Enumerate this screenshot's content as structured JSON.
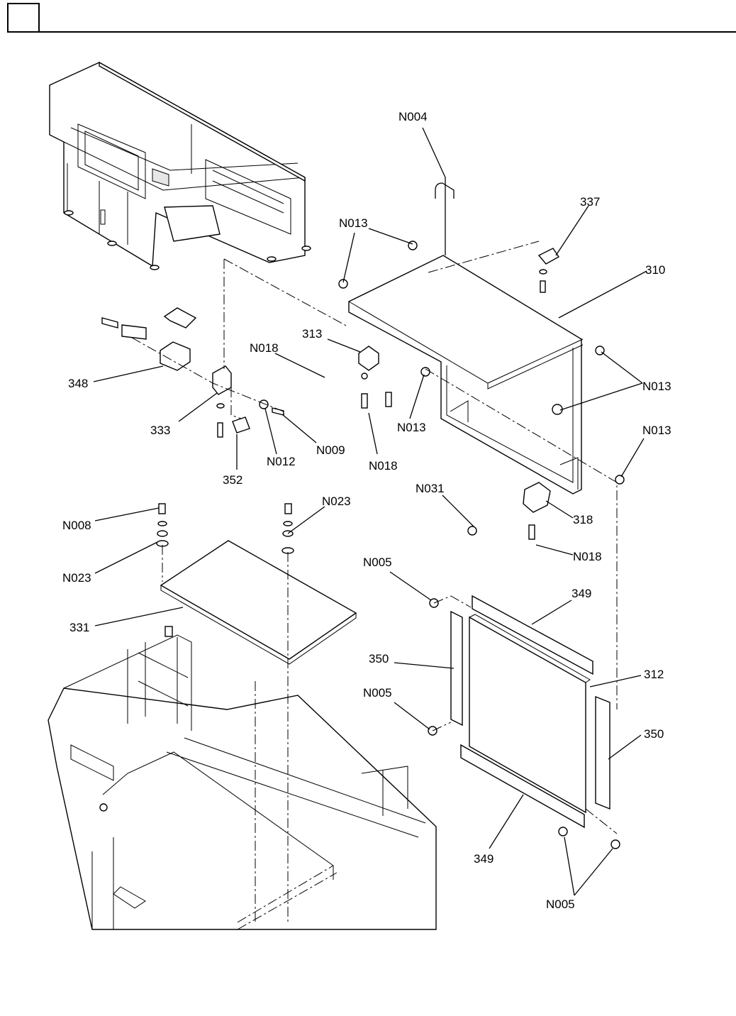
{
  "header": {
    "box_text": ""
  },
  "callouts": {
    "n004": "N004",
    "n013_top": "N013",
    "p337": "337",
    "p310": "310",
    "p313": "313",
    "n018_left": "N018",
    "p348": "348",
    "n013_right": "N013",
    "p333": "333",
    "n013_mid": "N013",
    "n009": "N009",
    "n012": "N012",
    "n018_mid": "N018",
    "n013_far": "N013",
    "p352": "352",
    "n031": "N031",
    "n023_right": "N023",
    "n008": "N008",
    "p318": "318",
    "n018_right": "N018",
    "n023_left": "N023",
    "n005_top": "N005",
    "p349_top": "349",
    "p331": "331",
    "p350_left": "350",
    "n005_mid": "N005",
    "p312": "312",
    "p350_right": "350",
    "p349_bottom": "349",
    "n005_bottom": "N005"
  }
}
